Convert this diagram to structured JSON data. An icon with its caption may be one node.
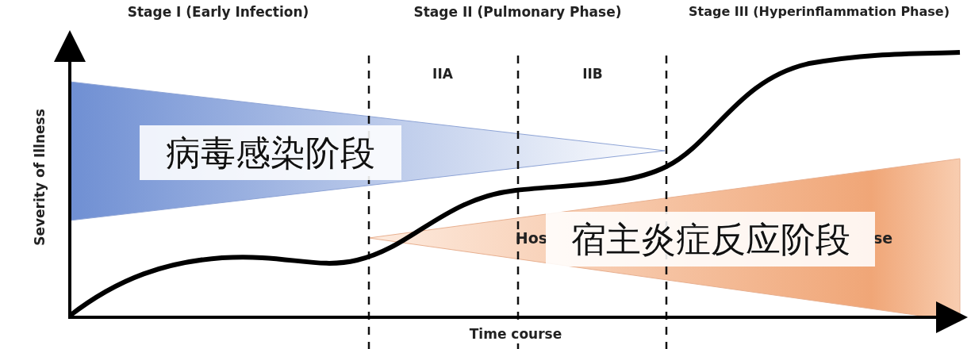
{
  "diagram": {
    "labels": [
      "Stage I (Early Infection)",
      "Stage II (Pulmonary Phase)",
      "Stage III (Hyperinflammation Phase)",
      "IIA",
      "IIB",
      "Severity of Illness",
      "病毒感染阶段",
      "Hos",
      "se",
      "宿主炎症反应阶段",
      "Time course"
    ]
  }
}
